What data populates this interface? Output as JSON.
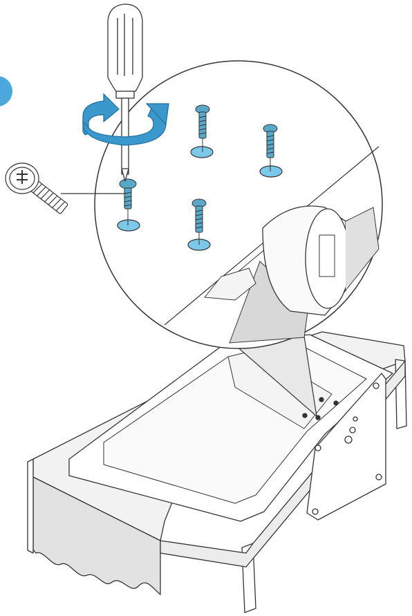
{
  "diagram": {
    "step_badge_color": "#4aa8dc",
    "accent_blue": "#3a98cc",
    "hole_blue": "#7cc8e8",
    "screw_blue": "#5aa8c8",
    "cloth_gray": "#e0e0e0",
    "line_color": "#333333",
    "icons": [
      "step-badge",
      "screwdriver-icon",
      "rotation-arrow-icon",
      "screw-icon",
      "screw-hole-icon",
      "monitor",
      "stand-base",
      "table",
      "cloth"
    ],
    "screw_count": 4
  }
}
